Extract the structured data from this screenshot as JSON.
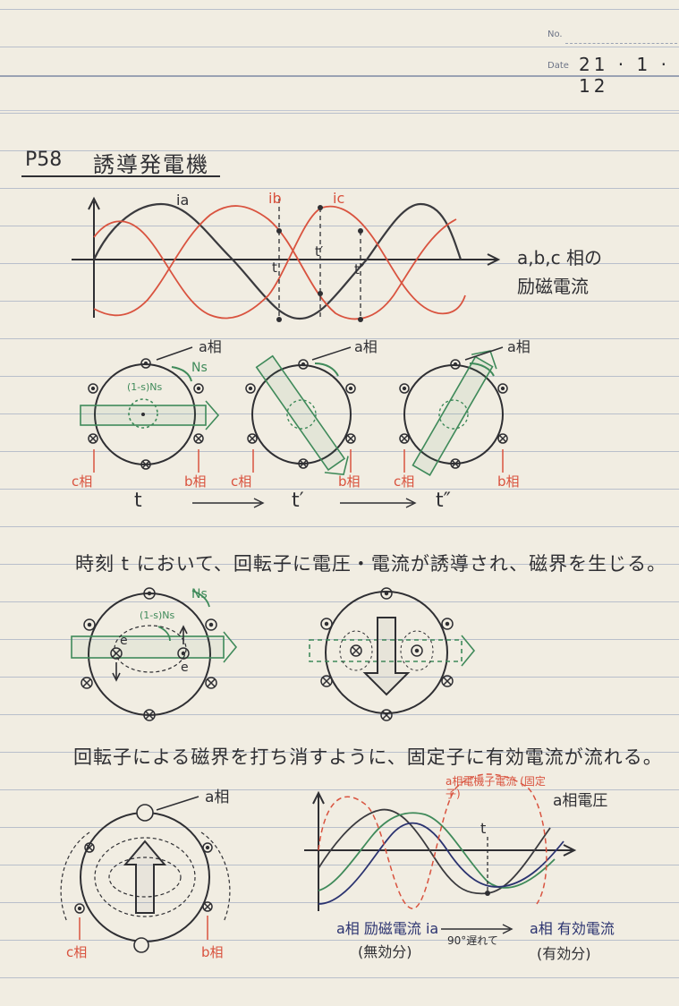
{
  "header": {
    "no_label": "No.",
    "date_label": "Date",
    "date_value": "21 · 1 · 12"
  },
  "title": {
    "page_ref": "P58",
    "heading": "誘導発電機"
  },
  "graph1": {
    "curve_labels": [
      "ia",
      "ib",
      "ic"
    ],
    "time_marks": [
      "t",
      "t′",
      "t″"
    ],
    "caption_line1": "a,b,c 相の",
    "caption_line2": "励磁電流"
  },
  "rotor_row": {
    "phase_a": "a相",
    "phase_b": "b相",
    "phase_c": "c相",
    "ns": "Ns",
    "slip_speed": "(1-s)Ns",
    "times": [
      "t",
      "t′",
      "t″"
    ]
  },
  "sentence1": "時刻 t において、回転子に電圧・電流が誘導され、磁界を生じる。",
  "induce_row": {
    "ns": "Ns",
    "slip_speed": "(1-s)Ns",
    "e_label": "e",
    "force_label": "Ns"
  },
  "sentence2": "回転子による磁界を打ち消すように、固定子に有効電流が流れる。",
  "final_section": {
    "phase_a": "a相",
    "phase_b": "b相",
    "phase_c": "c相",
    "wave_label_red": "a相電機子電流 (固定子)",
    "wave_label_voltage": "a相電圧",
    "time_mark": "t",
    "excite_label": "a相 励磁電流 ia",
    "excite_sub": "(無効分)",
    "delay_label": "90°遅れて",
    "active_label": "a相 有効電流",
    "active_sub": "(有効分)"
  },
  "colors": {
    "ink": "#2f2f33",
    "red": "#d9533f",
    "green": "#3f8a5a",
    "navy": "#2b3370"
  }
}
